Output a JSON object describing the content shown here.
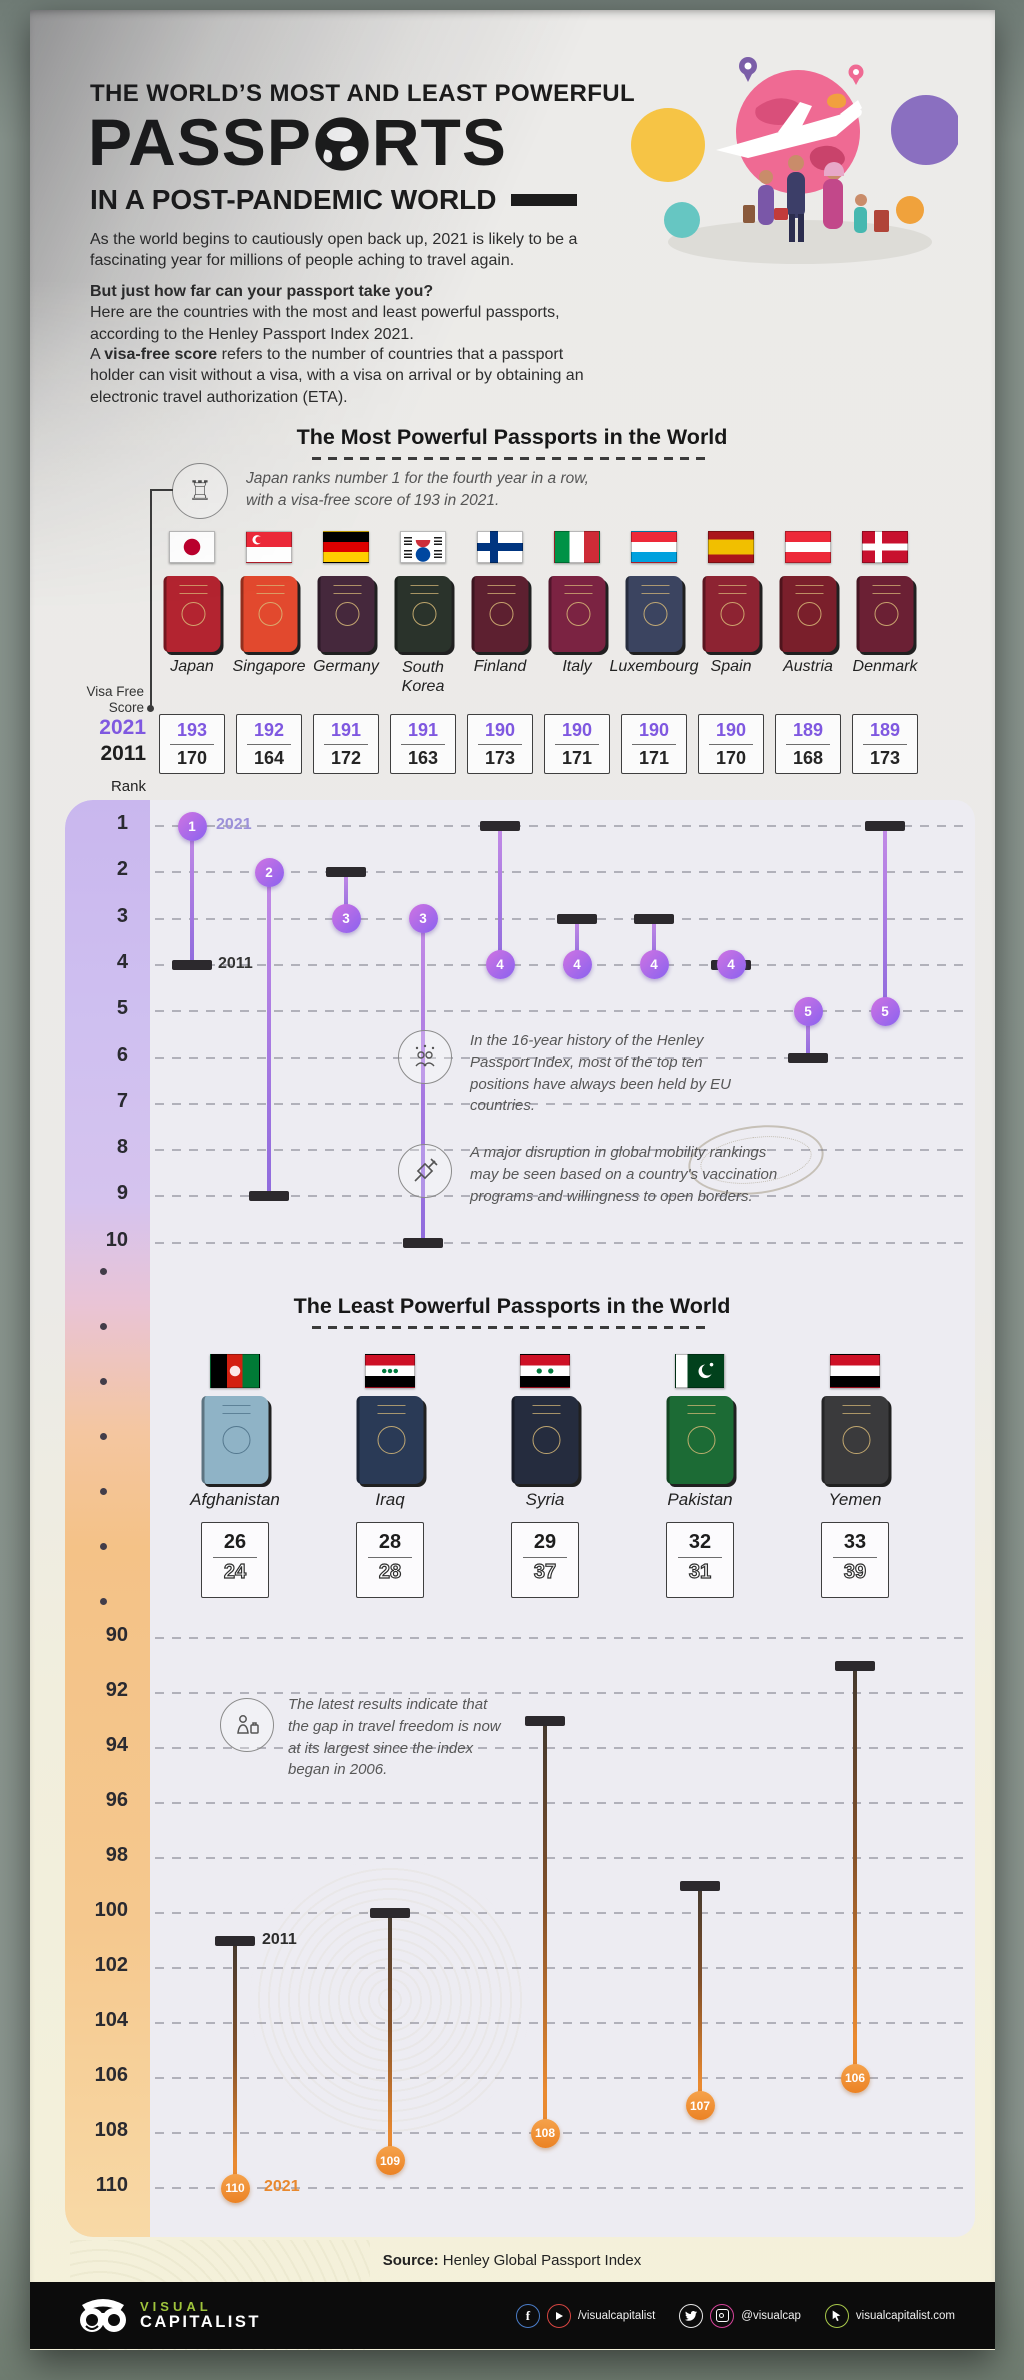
{
  "header": {
    "kicker": "THE WORLD’S MOST AND LEAST POWERFUL",
    "title_pre": "PASSP",
    "title_post": "RTS",
    "subtitle": "IN A POST-PANDEMIC WORLD"
  },
  "intro": {
    "p1": "As the world begins to cautiously open back up, 2021 is likely to be a fascinating year for millions of people aching to travel again.",
    "q_bold": "But just how far can your passport take you?",
    "q_rest": "Here are the countries with the most and least powerful passports, according to the Henley Passport Index 2021.",
    "visa_pre": "A ",
    "visa_bold": "visa-free score",
    "visa_rest": " refers to the number of countries that a passport holder can visit without a visa, with a visa on arrival or by obtaining an electronic travel authorization (ETA)."
  },
  "most": {
    "heading": "The Most Powerful Passports in the World",
    "note": "Japan ranks number 1 for the fourth year in a row, with a visa-free score of 193 in 2021.",
    "score_label": "Visa Free Score",
    "label_2021": "2021",
    "label_2011": "2011",
    "rank_label": "Rank",
    "countries": [
      {
        "name": "Japan",
        "code": "jp",
        "score_2021": "193",
        "score_2011": "170"
      },
      {
        "name": "Singapore",
        "code": "sg",
        "score_2021": "192",
        "score_2011": "164"
      },
      {
        "name": "Germany",
        "code": "de",
        "score_2021": "191",
        "score_2011": "172"
      },
      {
        "name": "South Korea",
        "code": "kr",
        "score_2021": "191",
        "score_2011": "163"
      },
      {
        "name": "Finland",
        "code": "fi",
        "score_2021": "190",
        "score_2011": "173"
      },
      {
        "name": "Italy",
        "code": "it",
        "score_2021": "190",
        "score_2011": "171"
      },
      {
        "name": "Luxembourg",
        "code": "lu",
        "score_2021": "190",
        "score_2011": "171"
      },
      {
        "name": "Spain",
        "code": "es",
        "score_2021": "190",
        "score_2011": "170"
      },
      {
        "name": "Austria",
        "code": "at",
        "score_2021": "189",
        "score_2011": "168"
      },
      {
        "name": "Denmark",
        "code": "dk",
        "score_2021": "189",
        "score_2011": "173"
      }
    ]
  },
  "annotations": {
    "eu": "In the 16-year history of the Henley Passport Index, most of the top ten positions have always been held by EU countries.",
    "vaccine": "A major disruption in global mobility rankings may be seen based on a country's vaccination programs and willingness to open borders.",
    "gap": "The latest results indicate that the gap in travel freedom is now at its largest since the index began in 2006."
  },
  "least": {
    "heading": "The Least Powerful Passports in the World",
    "countries": [
      {
        "name": "Afghanistan",
        "code": "af",
        "score_2021": "26",
        "score_2011": "24"
      },
      {
        "name": "Iraq",
        "code": "iq",
        "score_2021": "28",
        "score_2011": "28"
      },
      {
        "name": "Syria",
        "code": "sy",
        "score_2021": "29",
        "score_2011": "37"
      },
      {
        "name": "Pakistan",
        "code": "pk",
        "score_2021": "32",
        "score_2011": "31"
      },
      {
        "name": "Yemen",
        "code": "ye",
        "score_2021": "33",
        "score_2011": "39"
      }
    ]
  },
  "source": {
    "label": "Source:",
    "text": "Henley Global Passport Index"
  },
  "footer": {
    "brand_top": "VISUAL",
    "brand_bottom": "CAPITALIST",
    "social_fb_yt": "/visualcapitalist",
    "social_tw_ig": "@visualcap",
    "social_web": "visualcapitalist.com"
  },
  "chart_data": [
    {
      "type": "dumbbell",
      "title": "The Most Powerful Passports in the World",
      "ylabel": "Rank",
      "ylim": [
        1,
        10
      ],
      "grid": true,
      "legend_position": "inline",
      "categories": [
        "Japan",
        "Singapore",
        "Germany",
        "South Korea",
        "Finland",
        "Italy",
        "Luxembourg",
        "Spain",
        "Austria",
        "Denmark"
      ],
      "series": [
        {
          "name": "2021",
          "values": [
            1,
            2,
            3,
            3,
            4,
            4,
            4,
            4,
            5,
            5
          ]
        },
        {
          "name": "2011",
          "values": [
            4,
            9,
            2,
            10,
            1,
            3,
            3,
            4,
            6,
            1
          ]
        }
      ],
      "visa_free_score_2021": [
        193,
        192,
        191,
        191,
        190,
        190,
        190,
        190,
        189,
        189
      ],
      "visa_free_score_2011": [
        170,
        164,
        172,
        163,
        173,
        171,
        171,
        170,
        168,
        173
      ]
    },
    {
      "type": "dumbbell",
      "title": "The Least Powerful Passports in the World",
      "ylabel": "Rank",
      "ylim": [
        90,
        110
      ],
      "grid": true,
      "legend_position": "inline",
      "categories": [
        "Afghanistan",
        "Iraq",
        "Syria",
        "Pakistan",
        "Yemen"
      ],
      "series": [
        {
          "name": "2021",
          "values": [
            110,
            109,
            108,
            107,
            106
          ]
        },
        {
          "name": "2011",
          "values": [
            101,
            100,
            93,
            99,
            91
          ]
        }
      ],
      "visa_free_score_2021": [
        26,
        28,
        29,
        32,
        33
      ],
      "visa_free_score_2011": [
        24,
        28,
        37,
        31,
        39
      ]
    }
  ]
}
